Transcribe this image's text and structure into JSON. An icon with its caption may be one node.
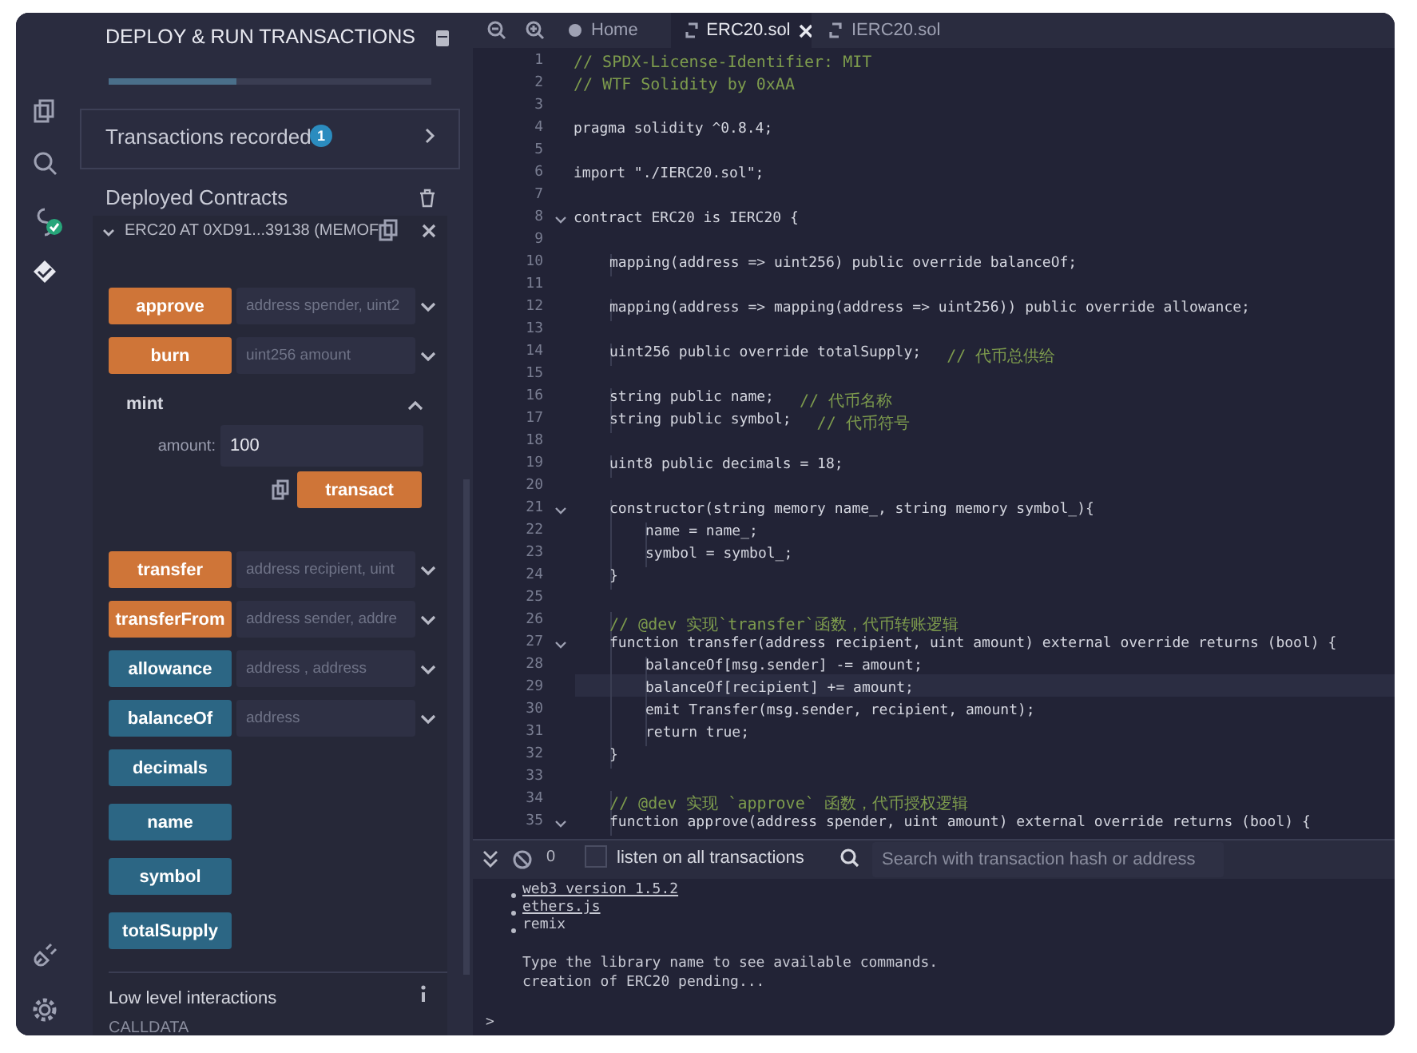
{
  "diagram": {
    "labels": [
      "DEPLOY & RUN TRANSACTIONS",
      "Transactions recorded",
      "1",
      "Deployed Contracts",
      "ERC20 AT 0XD91...39138 (MEMOF",
      "approve",
      "address spender, uint2",
      "burn",
      "uint256 amount",
      "mint",
      "amount:",
      "100",
      "transact",
      "transfer",
      "address recipient, uint",
      "transferFrom",
      "address sender, addre",
      "allowance",
      "address , address",
      "balanceOf",
      "address",
      "decimals",
      "name",
      "symbol",
      "totalSupply",
      "Low level interactions",
      "CALLDATA",
      "Home",
      "ERC20.sol",
      "IERC20.sol",
      "1",
      "// SPDX-License-Identifier: MIT",
      "2",
      "// WTF Solidity by 0xAA",
      "3",
      "4",
      "pragma solidity ^0.8.4;",
      "5",
      "6",
      "import \"./IERC20.sol\";",
      "7",
      "8",
      "contract ERC20 is IERC20 {",
      "9",
      "10",
      "mapping(address => uint256) public override balanceOf;",
      "11",
      "12",
      "mapping(address => mapping(address => uint256)) public override allowance;",
      "13",
      "14",
      "uint256 public override totalSupply;",
      "// 代币总供给",
      "15",
      "16",
      "string public name;",
      "// 代币名称",
      "17",
      "string public symbol;",
      "// 代币符号",
      "18",
      "19",
      "uint8 public decimals = 18;",
      "20",
      "21",
      "constructor(string memory name_, string memory symbol_){",
      "22",
      "name = name_;",
      "23",
      "symbol = symbol_;",
      "24",
      "}",
      "25",
      "26",
      "// @dev 实现`transfer`函数，代币转账逻辑",
      "27",
      "function transfer(address recipient, uint amount) external override returns (bool) {",
      "28",
      "balanceOf[msg.sender] -= amount;",
      "29",
      "balanceOf[recipient] += amount;",
      "30",
      "emit Transfer(msg.sender, recipient, amount);",
      "31",
      "return true;",
      "32",
      "}",
      "33",
      "34",
      "// @dev 实现 `approve` 函数，代币授权逻辑",
      "35",
      "function approve(address spender, uint amount) external override returns (bool) {",
      "0",
      "listen on all transactions",
      "Search with transaction hash or address",
      "web3 version 1.5.2",
      "ethers.js",
      "remix",
      "Type the library name to see available commands.",
      "creation of ERC20 pending...",
      ">"
    ]
  }
}
